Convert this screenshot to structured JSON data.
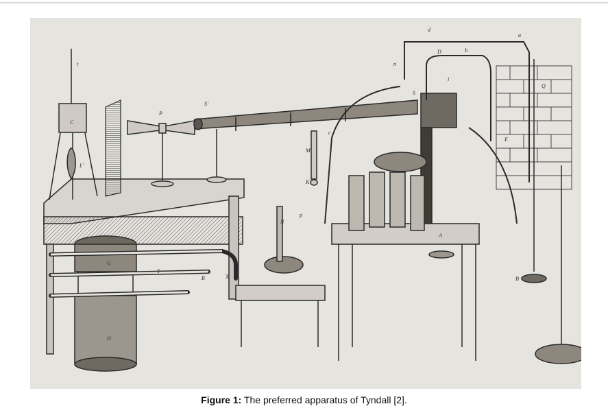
{
  "figure": {
    "label": "Figure 1:",
    "caption_text": " The preferred apparatus of Tyndall [2].",
    "image_semantic": "engraving-of-tyndall-apparatus",
    "engraving_letters": [
      "t",
      "C",
      "L'",
      "P",
      "S'",
      "n",
      "d",
      "a",
      "D",
      "b",
      "i",
      "S",
      "Q",
      "M",
      "c",
      "K",
      "p",
      "E",
      "A",
      "N",
      "G",
      "Y",
      "R",
      "X",
      "O",
      "B"
    ],
    "colors": {
      "ink": "#2a2a2a",
      "paper": "#e6e4df",
      "rule": "#d9d9d9",
      "caption": "#111111"
    }
  }
}
